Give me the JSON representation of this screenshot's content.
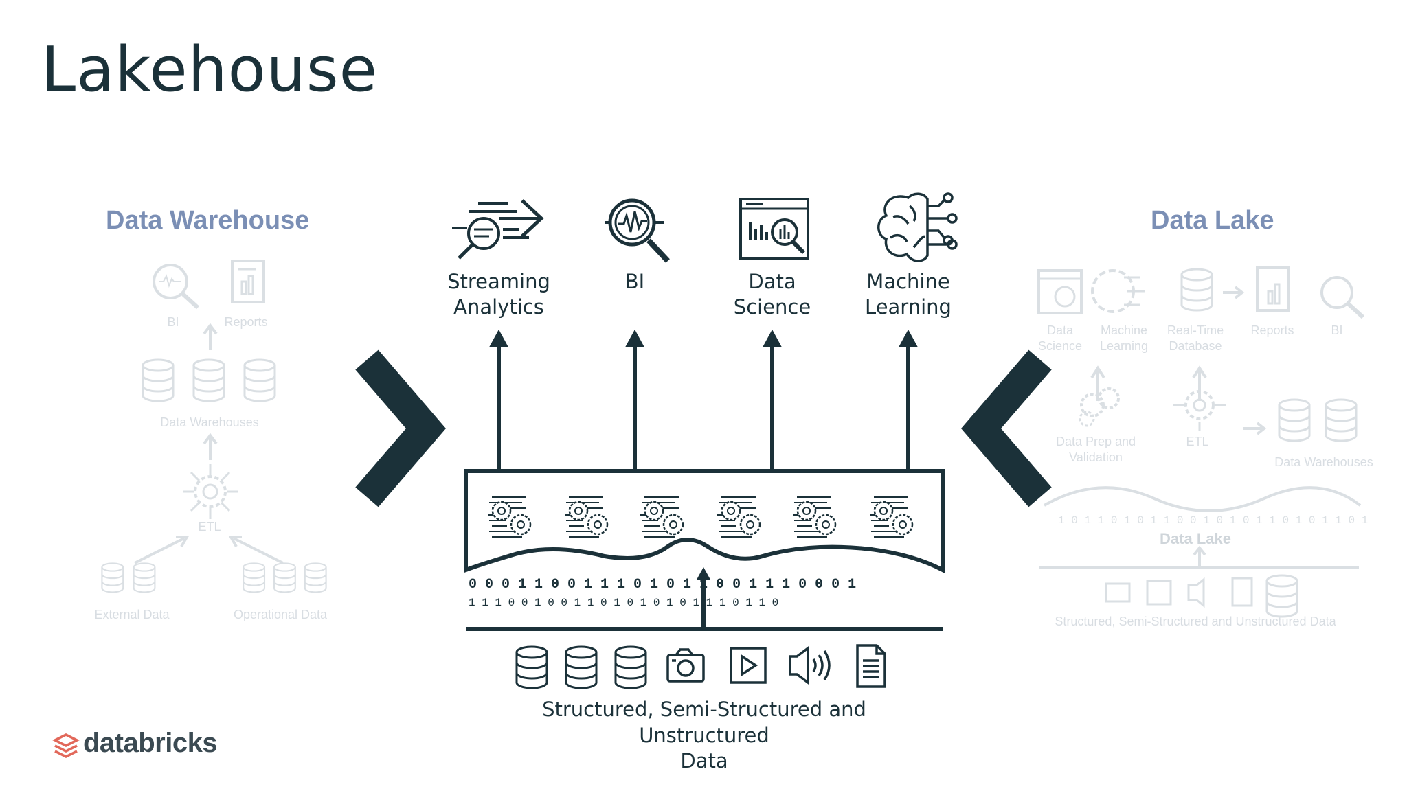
{
  "title": "Lakehouse",
  "data_warehouse": {
    "title": "Data Warehouse",
    "labels": {
      "bi": "BI",
      "reports": "Reports",
      "warehouses": "Data Warehouses",
      "etl": "ETL",
      "external": "External Data",
      "operational": "Operational Data"
    }
  },
  "data_lake": {
    "title": "Data Lake",
    "labels": {
      "data_science": "Data\nScience",
      "ml": "Machine\nLearning",
      "realtime": "Real-Time\nDatabase",
      "reports": "Reports",
      "bi": "BI",
      "prep": "Data Prep and\nValidation",
      "etl": "ETL",
      "warehouses": "Data Warehouses",
      "lake": "Data Lake",
      "sources": "Structured, Semi-Structured and Unstructured Data"
    }
  },
  "lakehouse": {
    "apps": [
      {
        "label": "Streaming\nAnalytics",
        "icon": "streaming-analytics-icon"
      },
      {
        "label": "BI",
        "icon": "bi-icon"
      },
      {
        "label": "Data\nScience",
        "icon": "data-science-icon"
      },
      {
        "label": "Machine\nLearning",
        "icon": "machine-learning-icon"
      }
    ],
    "layer_icon": "gears-icon",
    "layer_count": 6,
    "binary_rows": [
      "0  0  0  1  1   0  0  1  1  1  0  1   0  1  1  0  0  1  1  1  0  0  0  1",
      "1  1  1  0  0   1  0  0  1  1  0  1   0  1  0  1  0  1  1  1  0  1  1  0"
    ],
    "storage_icons": [
      "database-icon",
      "database-icon",
      "database-icon",
      "camera-icon",
      "video-icon",
      "audio-icon",
      "document-icon"
    ],
    "storage_caption": "Structured, Semi-Structured and Unstructured\nData"
  },
  "brand": "databricks",
  "colors": {
    "dark": "#1b3139",
    "faded_title": "#7b8fb5",
    "faint": "#d8dde2",
    "brand_red": "#e2685a"
  }
}
